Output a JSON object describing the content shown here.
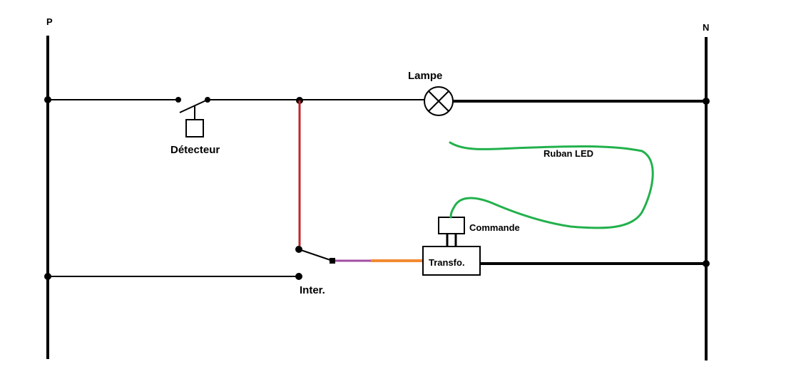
{
  "labels": {
    "phase": "P",
    "neutral": "N",
    "detector": "Détecteur",
    "lamp": "Lampe",
    "led_strip": "Ruban LED",
    "controller": "Commande",
    "transformer": "Transfo.",
    "switch": "Inter."
  },
  "colors": {
    "wire": "#000000",
    "red_wire": "#c1272d",
    "purple_wire": "#a24ea3",
    "orange_wire": "#f28a30",
    "led_strip": "#22b14c"
  }
}
